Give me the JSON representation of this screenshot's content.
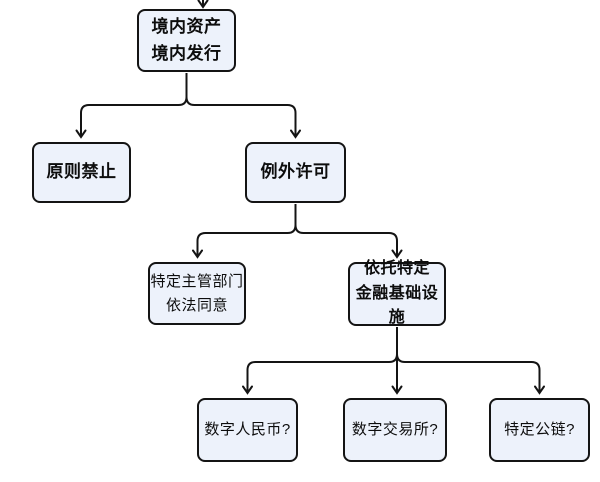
{
  "diagram": {
    "type": "flowchart-tree",
    "colors": {
      "background": "#ffffff",
      "node_fill": "#edf2fb",
      "node_border": "#141414",
      "connector": "#141414",
      "text": "#0d0d0d"
    },
    "nodes": [
      {
        "id": "root",
        "label": "境内资产\n境内发行",
        "emphasis": "bold"
      },
      {
        "id": "prohibit",
        "label": "原则禁止",
        "emphasis": "bold"
      },
      {
        "id": "exception",
        "label": "例外许可",
        "emphasis": "bold"
      },
      {
        "id": "authority",
        "label": "特定主管部门\n依法同意",
        "emphasis": "regular"
      },
      {
        "id": "infra",
        "label": "依托特定\n金融基础设施",
        "emphasis": "bold"
      },
      {
        "id": "ecny",
        "label": "数字人民币?",
        "emphasis": "regular"
      },
      {
        "id": "exchange",
        "label": "数字交易所?",
        "emphasis": "regular"
      },
      {
        "id": "chain",
        "label": "特定公链?",
        "emphasis": "regular"
      }
    ],
    "edges": [
      {
        "from": "(top of image)",
        "to": "root"
      },
      {
        "from": "root",
        "to": "prohibit"
      },
      {
        "from": "root",
        "to": "exception"
      },
      {
        "from": "exception",
        "to": "authority"
      },
      {
        "from": "exception",
        "to": "infra"
      },
      {
        "from": "infra",
        "to": "ecny"
      },
      {
        "from": "infra",
        "to": "exchange"
      },
      {
        "from": "infra",
        "to": "chain"
      }
    ]
  }
}
